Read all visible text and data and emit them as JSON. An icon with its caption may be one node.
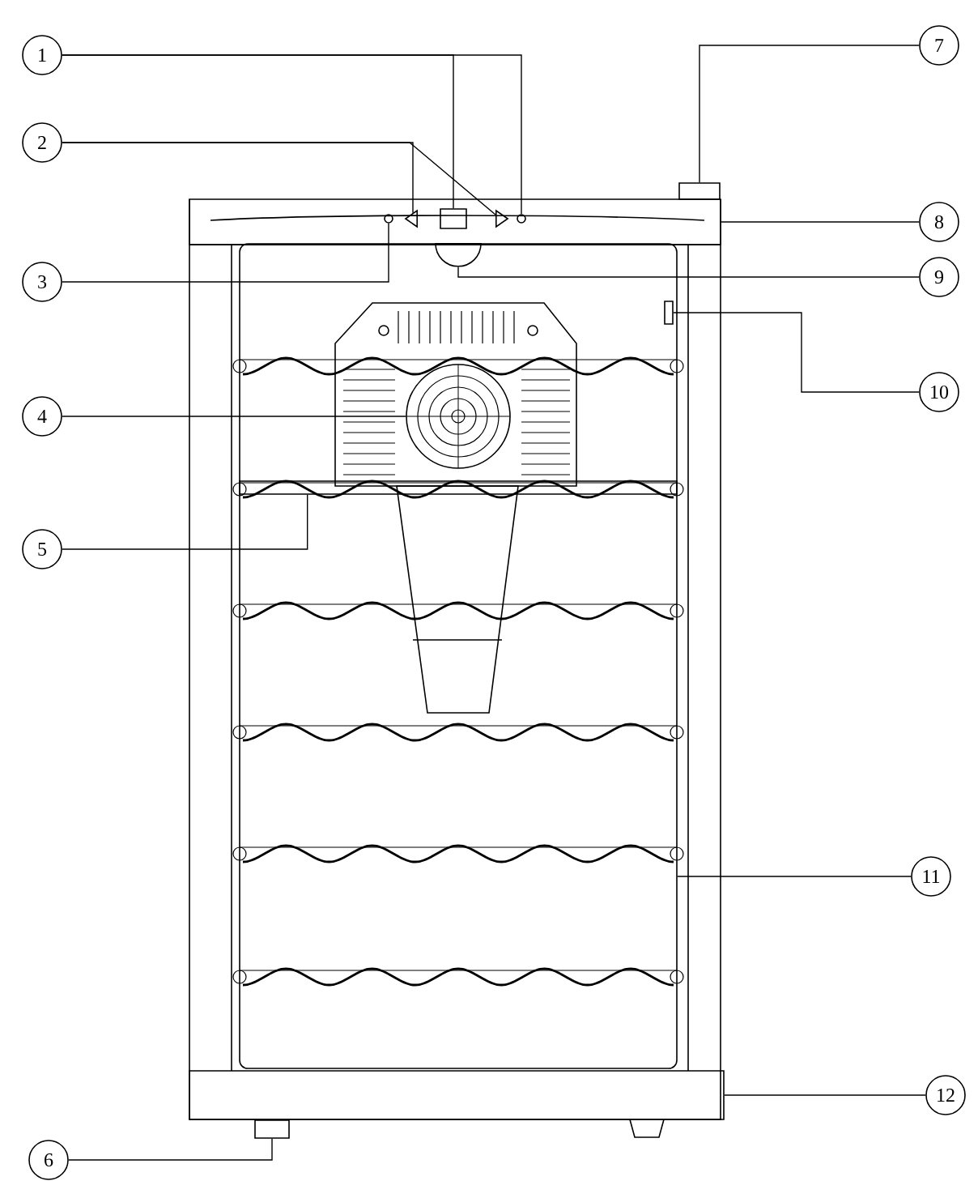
{
  "diagram": {
    "nodes": [
      {
        "text": [
          "1"
        ]
      },
      {
        "text": [
          "2"
        ]
      },
      {
        "text": [
          "3"
        ]
      },
      {
        "text": [
          "4"
        ]
      },
      {
        "text": [
          "5"
        ]
      },
      {
        "text": [
          "6"
        ]
      },
      {
        "text": [
          "7"
        ]
      },
      {
        "text": [
          "8"
        ]
      },
      {
        "text": [
          "9"
        ]
      },
      {
        "text": [
          "10"
        ]
      },
      {
        "text": [
          "11"
        ]
      },
      {
        "text": [
          "12"
        ]
      },
      {
        "text": [],
        "shape": "box"
      },
      {
        "text": [],
        "shape": "bar"
      },
      {
        "text": [],
        "shape": "circle",
        "in": 13
      },
      {
        "text": [],
        "shape": "triangle",
        "in": 13
      },
      {
        "text": [],
        "shape": "box",
        "in": 13
      },
      {
        "text": [],
        "shape": "triangle",
        "in": 13
      },
      {
        "text": [],
        "shape": "circle",
        "in": 13
      },
      {
        "text": [],
        "shape": "box"
      },
      {
        "text": [],
        "shape": "semicircle",
        "in": 19
      },
      {
        "text": [],
        "shape": "circle",
        "in": 19
      },
      {
        "text": [],
        "shape": "bar",
        "in": 19
      },
      {
        "text": [],
        "shape": "box",
        "in": 19
      },
      {
        "text": [],
        "shape": "bar"
      },
      {
        "text": [],
        "shape": "box"
      }
    ],
    "edges": [
      {
        "from": 0,
        "to": 16,
        "arrow": "none"
      },
      {
        "from": 0,
        "to": 18,
        "arrow": "none"
      },
      {
        "from": 1,
        "to": 15,
        "arrow": "none"
      },
      {
        "from": 1,
        "to": 17,
        "arrow": "none"
      },
      {
        "from": 2,
        "to": 14,
        "arrow": "none"
      },
      {
        "from": 3,
        "to": 21,
        "arrow": "none"
      },
      {
        "from": 4,
        "to": 22,
        "arrow": "none"
      },
      {
        "from": 5,
        "to": 25,
        "arrow": "none"
      },
      {
        "from": 6,
        "to": 12,
        "arrow": "none"
      },
      {
        "from": 7,
        "to": 13,
        "arrow": "none"
      },
      {
        "from": 8,
        "to": 20,
        "arrow": "none"
      },
      {
        "from": 9,
        "to": 23,
        "arrow": "none"
      },
      {
        "from": 10,
        "to": 19,
        "arrow": "none"
      },
      {
        "from": 11,
        "to": 24,
        "arrow": "none"
      }
    ]
  }
}
